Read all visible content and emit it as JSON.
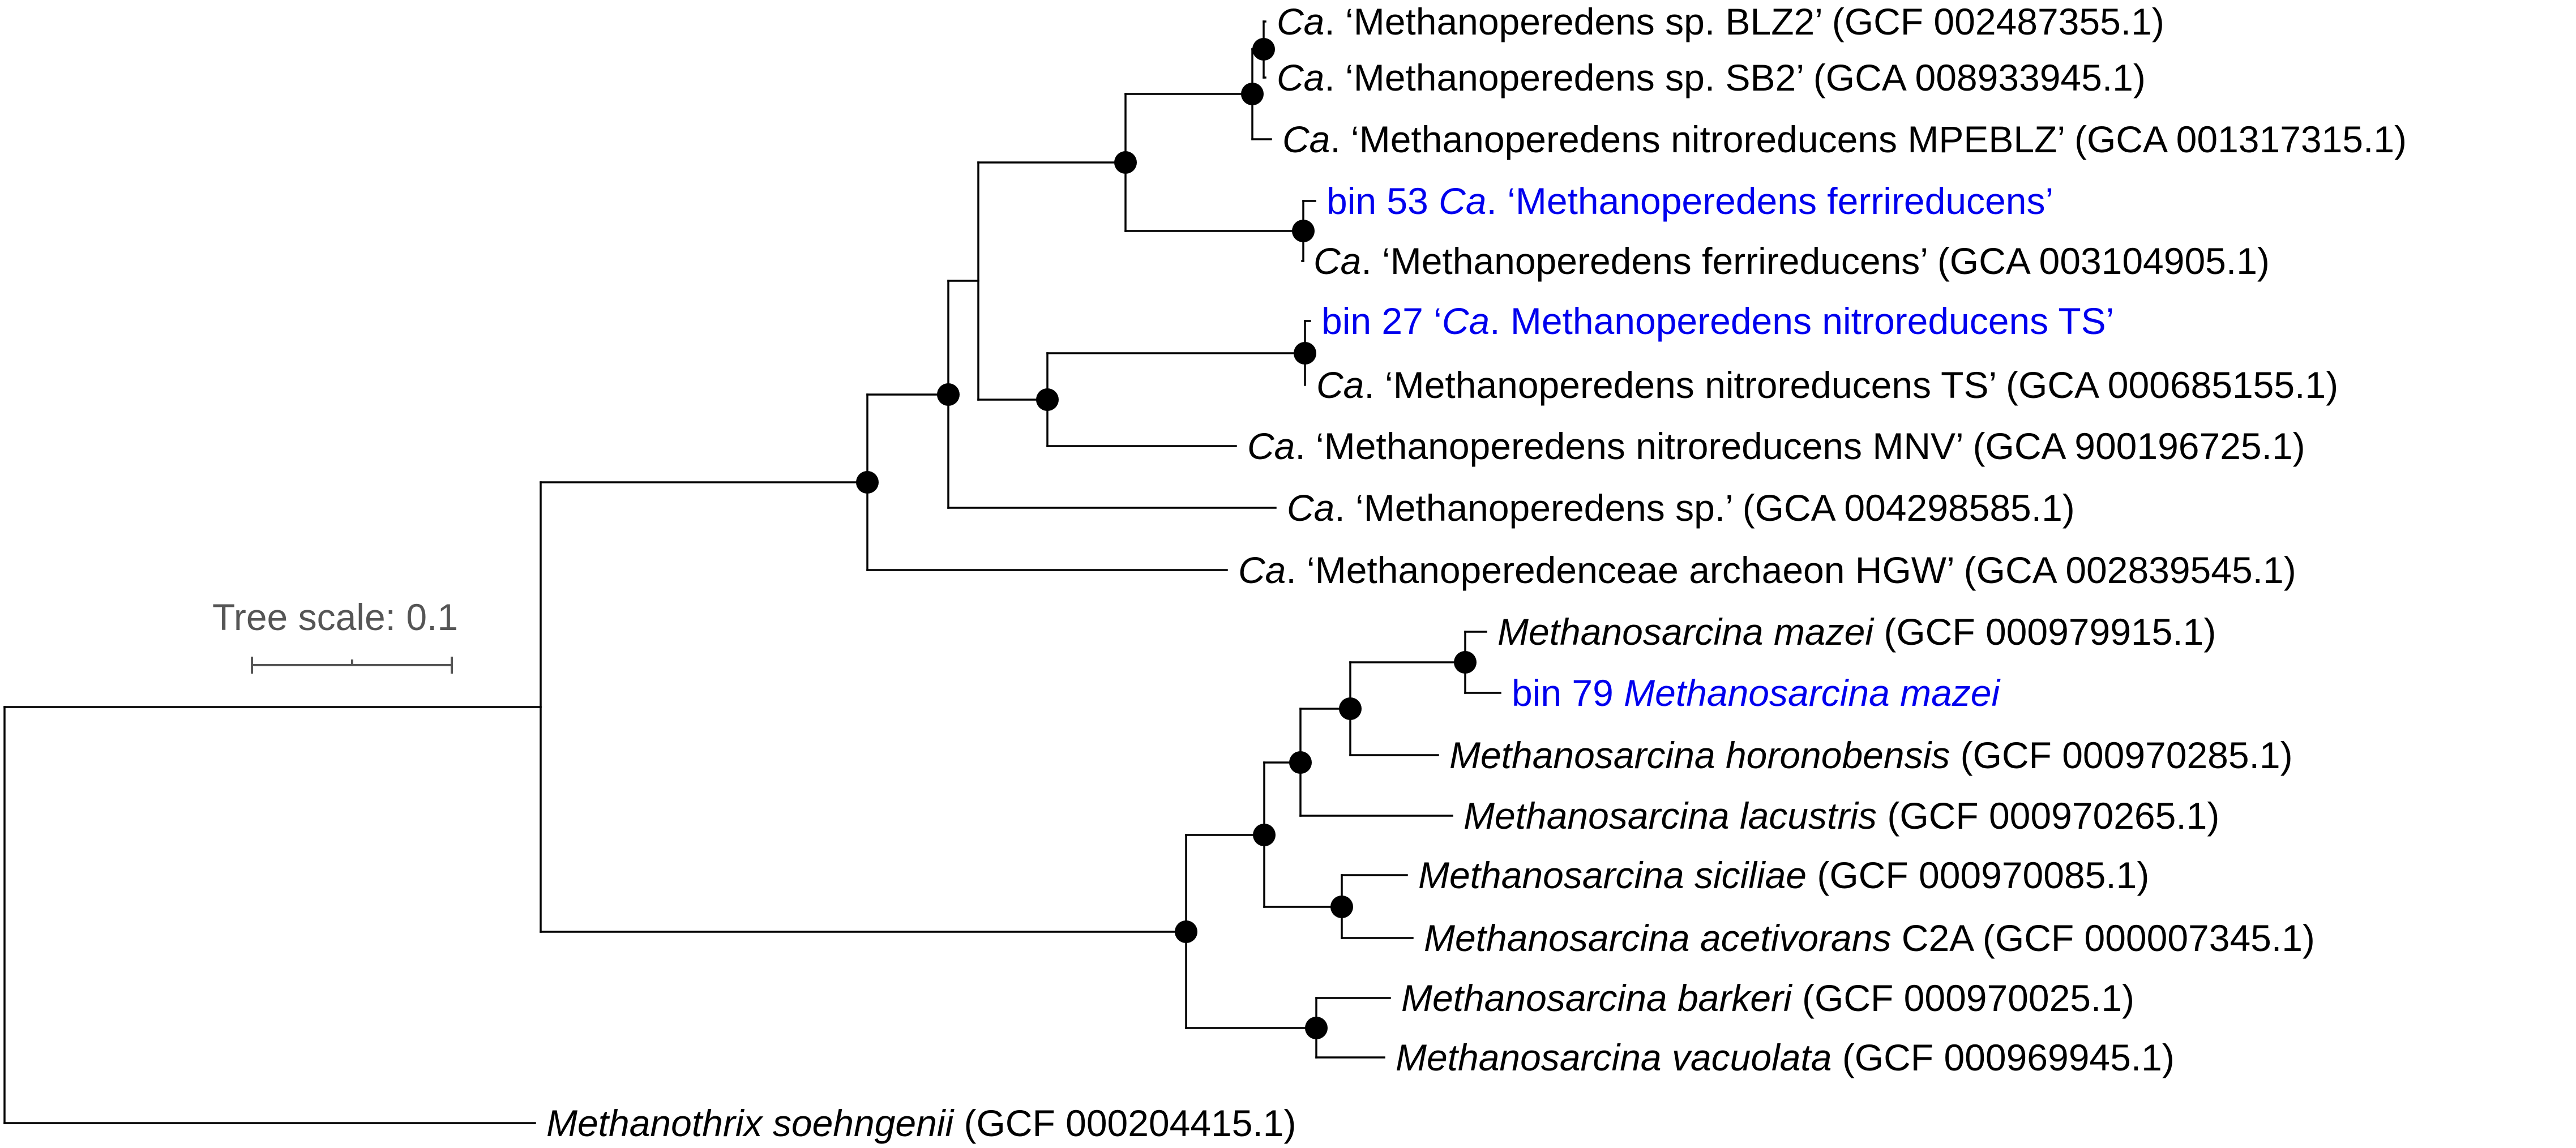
{
  "colors": {
    "line": "#000000",
    "text": "#000000",
    "highlight": "#0000ee",
    "scale": "#555555"
  },
  "scale": {
    "label": "Tree scale: 0.1"
  },
  "leaves": [
    {
      "id": "blz2",
      "parts": [
        {
          "t": "Ca",
          "i": true
        },
        {
          "t": ". ‘Methanoperedens sp. BLZ2’ (GCF 002487355.1)",
          "i": false
        }
      ],
      "color": "#000000"
    },
    {
      "id": "sb2",
      "parts": [
        {
          "t": "Ca",
          "i": true
        },
        {
          "t": ". ‘Methanoperedens sp. SB2’ (GCA 008933945.1)",
          "i": false
        }
      ],
      "color": "#000000"
    },
    {
      "id": "mpeblz",
      "parts": [
        {
          "t": "Ca",
          "i": true
        },
        {
          "t": ". ‘Methanoperedens nitroreducens MPEBLZ’ (GCA 001317315.1)",
          "i": false
        }
      ],
      "color": "#000000"
    },
    {
      "id": "bin53",
      "parts": [
        {
          "t": "bin 53 ",
          "i": false
        },
        {
          "t": "Ca",
          "i": true
        },
        {
          "t": ". ‘Methanoperedens ferrireducens’",
          "i": false
        }
      ],
      "color": "#0000ee"
    },
    {
      "id": "ferri",
      "parts": [
        {
          "t": "Ca",
          "i": true
        },
        {
          "t": ". ‘Methanoperedens ferrireducens’ (GCA 003104905.1)",
          "i": false
        }
      ],
      "color": "#000000"
    },
    {
      "id": "bin27",
      "parts": [
        {
          "t": "bin 27 ‘",
          "i": false
        },
        {
          "t": "Ca",
          "i": true
        },
        {
          "t": ". Methanoperedens nitroreducens TS’",
          "i": false
        }
      ],
      "color": "#0000ee"
    },
    {
      "id": "ts",
      "parts": [
        {
          "t": "Ca",
          "i": true
        },
        {
          "t": ". ‘Methanoperedens nitroreducens TS’ (GCA 000685155.1)",
          "i": false
        }
      ],
      "color": "#000000"
    },
    {
      "id": "mnv",
      "parts": [
        {
          "t": "Ca",
          "i": true
        },
        {
          "t": ". ‘Methanoperedens nitroreducens MNV’ (GCA 900196725.1)",
          "i": false
        }
      ],
      "color": "#000000"
    },
    {
      "id": "msp",
      "parts": [
        {
          "t": "Ca",
          "i": true
        },
        {
          "t": ". ‘Methanoperedens sp.’ (GCA 004298585.1)",
          "i": false
        }
      ],
      "color": "#000000"
    },
    {
      "id": "hgw",
      "parts": [
        {
          "t": "Ca",
          "i": true
        },
        {
          "t": ". ‘Methanoperedenceae archaeon HGW’ (GCA 002839545.1)",
          "i": false
        }
      ],
      "color": "#000000"
    },
    {
      "id": "mazei",
      "parts": [
        {
          "t": "Methanosarcina mazei",
          "i": true
        },
        {
          "t": " (GCF 000979915.1)",
          "i": false
        }
      ],
      "color": "#000000"
    },
    {
      "id": "bin79",
      "parts": [
        {
          "t": "bin 79 ",
          "i": false
        },
        {
          "t": "Methanosarcina mazei",
          "i": true
        }
      ],
      "color": "#0000ee"
    },
    {
      "id": "horonob",
      "parts": [
        {
          "t": "Methanosarcina horonobensis",
          "i": true
        },
        {
          "t": " (GCF 000970285.1)",
          "i": false
        }
      ],
      "color": "#000000"
    },
    {
      "id": "lacustris",
      "parts": [
        {
          "t": "Methanosarcina lacustris",
          "i": true
        },
        {
          "t": " (GCF 000970265.1)",
          "i": false
        }
      ],
      "color": "#000000"
    },
    {
      "id": "siciliae",
      "parts": [
        {
          "t": "Methanosarcina siciliae",
          "i": true
        },
        {
          "t": " (GCF 000970085.1)",
          "i": false
        }
      ],
      "color": "#000000"
    },
    {
      "id": "acetivorans",
      "parts": [
        {
          "t": "Methanosarcina acetivorans",
          "i": true
        },
        {
          "t": " C2A (GCF 000007345.1)",
          "i": false
        }
      ],
      "color": "#000000"
    },
    {
      "id": "barkeri",
      "parts": [
        {
          "t": "Methanosarcina barkeri",
          "i": true
        },
        {
          "t": " (GCF 000970025.1)",
          "i": false
        }
      ],
      "color": "#000000"
    },
    {
      "id": "vacuolata",
      "parts": [
        {
          "t": "Methanosarcina vacuolata",
          "i": true
        },
        {
          "t": " (GCF 000969945.1)",
          "i": false
        }
      ],
      "color": "#000000"
    },
    {
      "id": "soehngenii",
      "parts": [
        {
          "t": "Methanothrix soehngenii",
          "i": true
        },
        {
          "t": " (GCF 000204415.1)",
          "i": false
        }
      ],
      "color": "#000000"
    }
  ]
}
